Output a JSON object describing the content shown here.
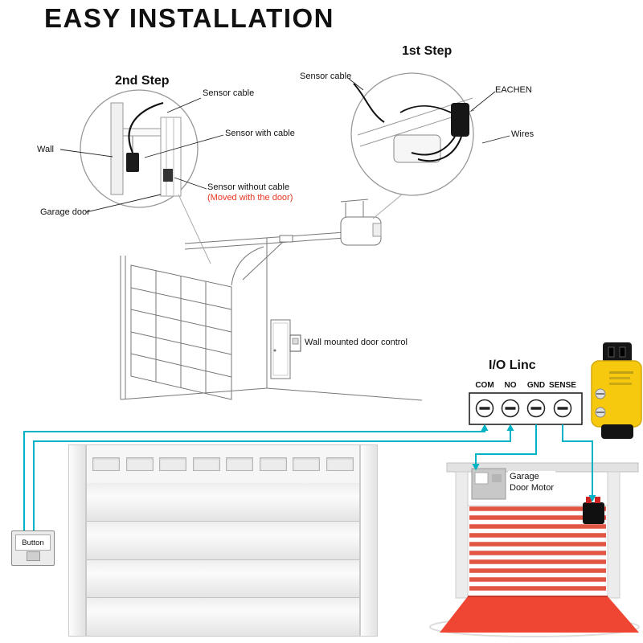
{
  "title": "EASY INSTALLATION",
  "steps": {
    "first": "1st Step",
    "second": "2nd Step"
  },
  "detail_labels": {
    "sensor_cable_top": "Sensor cable",
    "eachen": "EACHEN",
    "wires": "Wires",
    "sensor_cable_left": "Sensor cable",
    "sensor_with_cable": "Sensor with cable",
    "wall": "Wall",
    "garage_door": "Garage door",
    "sensor_without_cable": "Sensor without cable",
    "sensor_without_cable_note": "(Moved with the door)"
  },
  "main_labels": {
    "wall_mounted_control": "Wall mounted door control",
    "io_linc": "I/O Linc",
    "button": "Button",
    "motor_line1": "Garage",
    "motor_line2": "Door Motor"
  },
  "terminals": [
    "COM",
    "NO",
    "GND",
    "SENSE"
  ],
  "colors": {
    "wire_cyan": "#00b3c4",
    "note_red": "#e63422",
    "device_yellow": "#f6c80e",
    "stripe_red": "#e25543",
    "floor_red": "#ee4633"
  }
}
